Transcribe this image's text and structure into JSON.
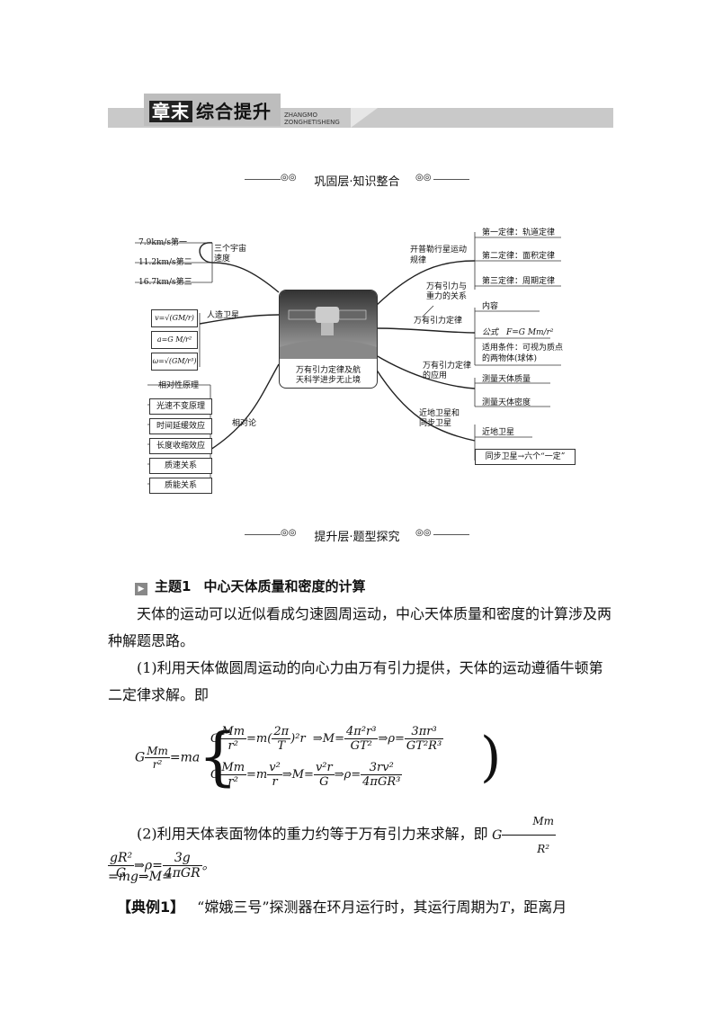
{
  "banner": {
    "title_dark": "章末",
    "title_light": "综合提升",
    "pinyin_line1": "ZHANGMO",
    "pinyin_line2": "ZONGHETISHENG"
  },
  "section1": {
    "title": "巩固层·知识整合"
  },
  "section2": {
    "title": "提升层·题型探究"
  },
  "mindmap": {
    "center_caption_1": "万有引力定律及航",
    "center_caption_2": "天科学进步无止境",
    "left": {
      "cosmic_label": "三个宇宙速度",
      "cosmic_items": [
        "7.9km/s第一",
        "11.2km/s第二",
        "16.7km/s第三"
      ],
      "satellite_label": "人造卫星",
      "satellite_items": [
        "v=√(GM/r)",
        "a=G M/r²",
        "ω=√(GM/r³)"
      ],
      "relativity_label": "相对论",
      "relativity_items": [
        "相对性原理",
        "光速不变原理",
        "时间延缓效应",
        "长度收缩效应",
        "质速关系",
        "质能关系"
      ]
    },
    "right": {
      "kepler_label": "开普勒行星运动规律",
      "kepler_items": [
        "第一定律：轨道定律",
        "第二定律：面积定律",
        "第三定律：周期定律"
      ],
      "gravity_relation": "万有引力与重力的关系",
      "law_label": "万有引力定律",
      "law_items": [
        "内容",
        "公式　F=G Mm/r²",
        "适用条件：可视为质点的两物体(球体)"
      ],
      "application_label": "万有引力定律的应用",
      "application_items": [
        "测量天体质量",
        "测量天体密度"
      ],
      "near_label": "近地卫星和同步卫星",
      "near_items": [
        "近地卫星",
        "同步卫星→六个“一定”"
      ]
    }
  },
  "topic1": {
    "marker": "▶",
    "label": "主题1",
    "title": "中心天体质量和密度的计算"
  },
  "para1": "天体的运动可以近似看成匀速圆周运动，中心天体质量和密度的计算涉及两种解题思路。",
  "para2": "(1)利用天体做圆周运动的向心力由万有引力提供，天体的运动遵循牛顿第二定律求解。即",
  "para3": "(2)利用天体表面物体的重力约等于万有引力来求解，即",
  "example1": {
    "label": "【典例1】",
    "text": "“嫦娥三号”探测器在环月运行时，其运行周期为",
    "var": "T",
    "tail": "，距离月"
  }
}
